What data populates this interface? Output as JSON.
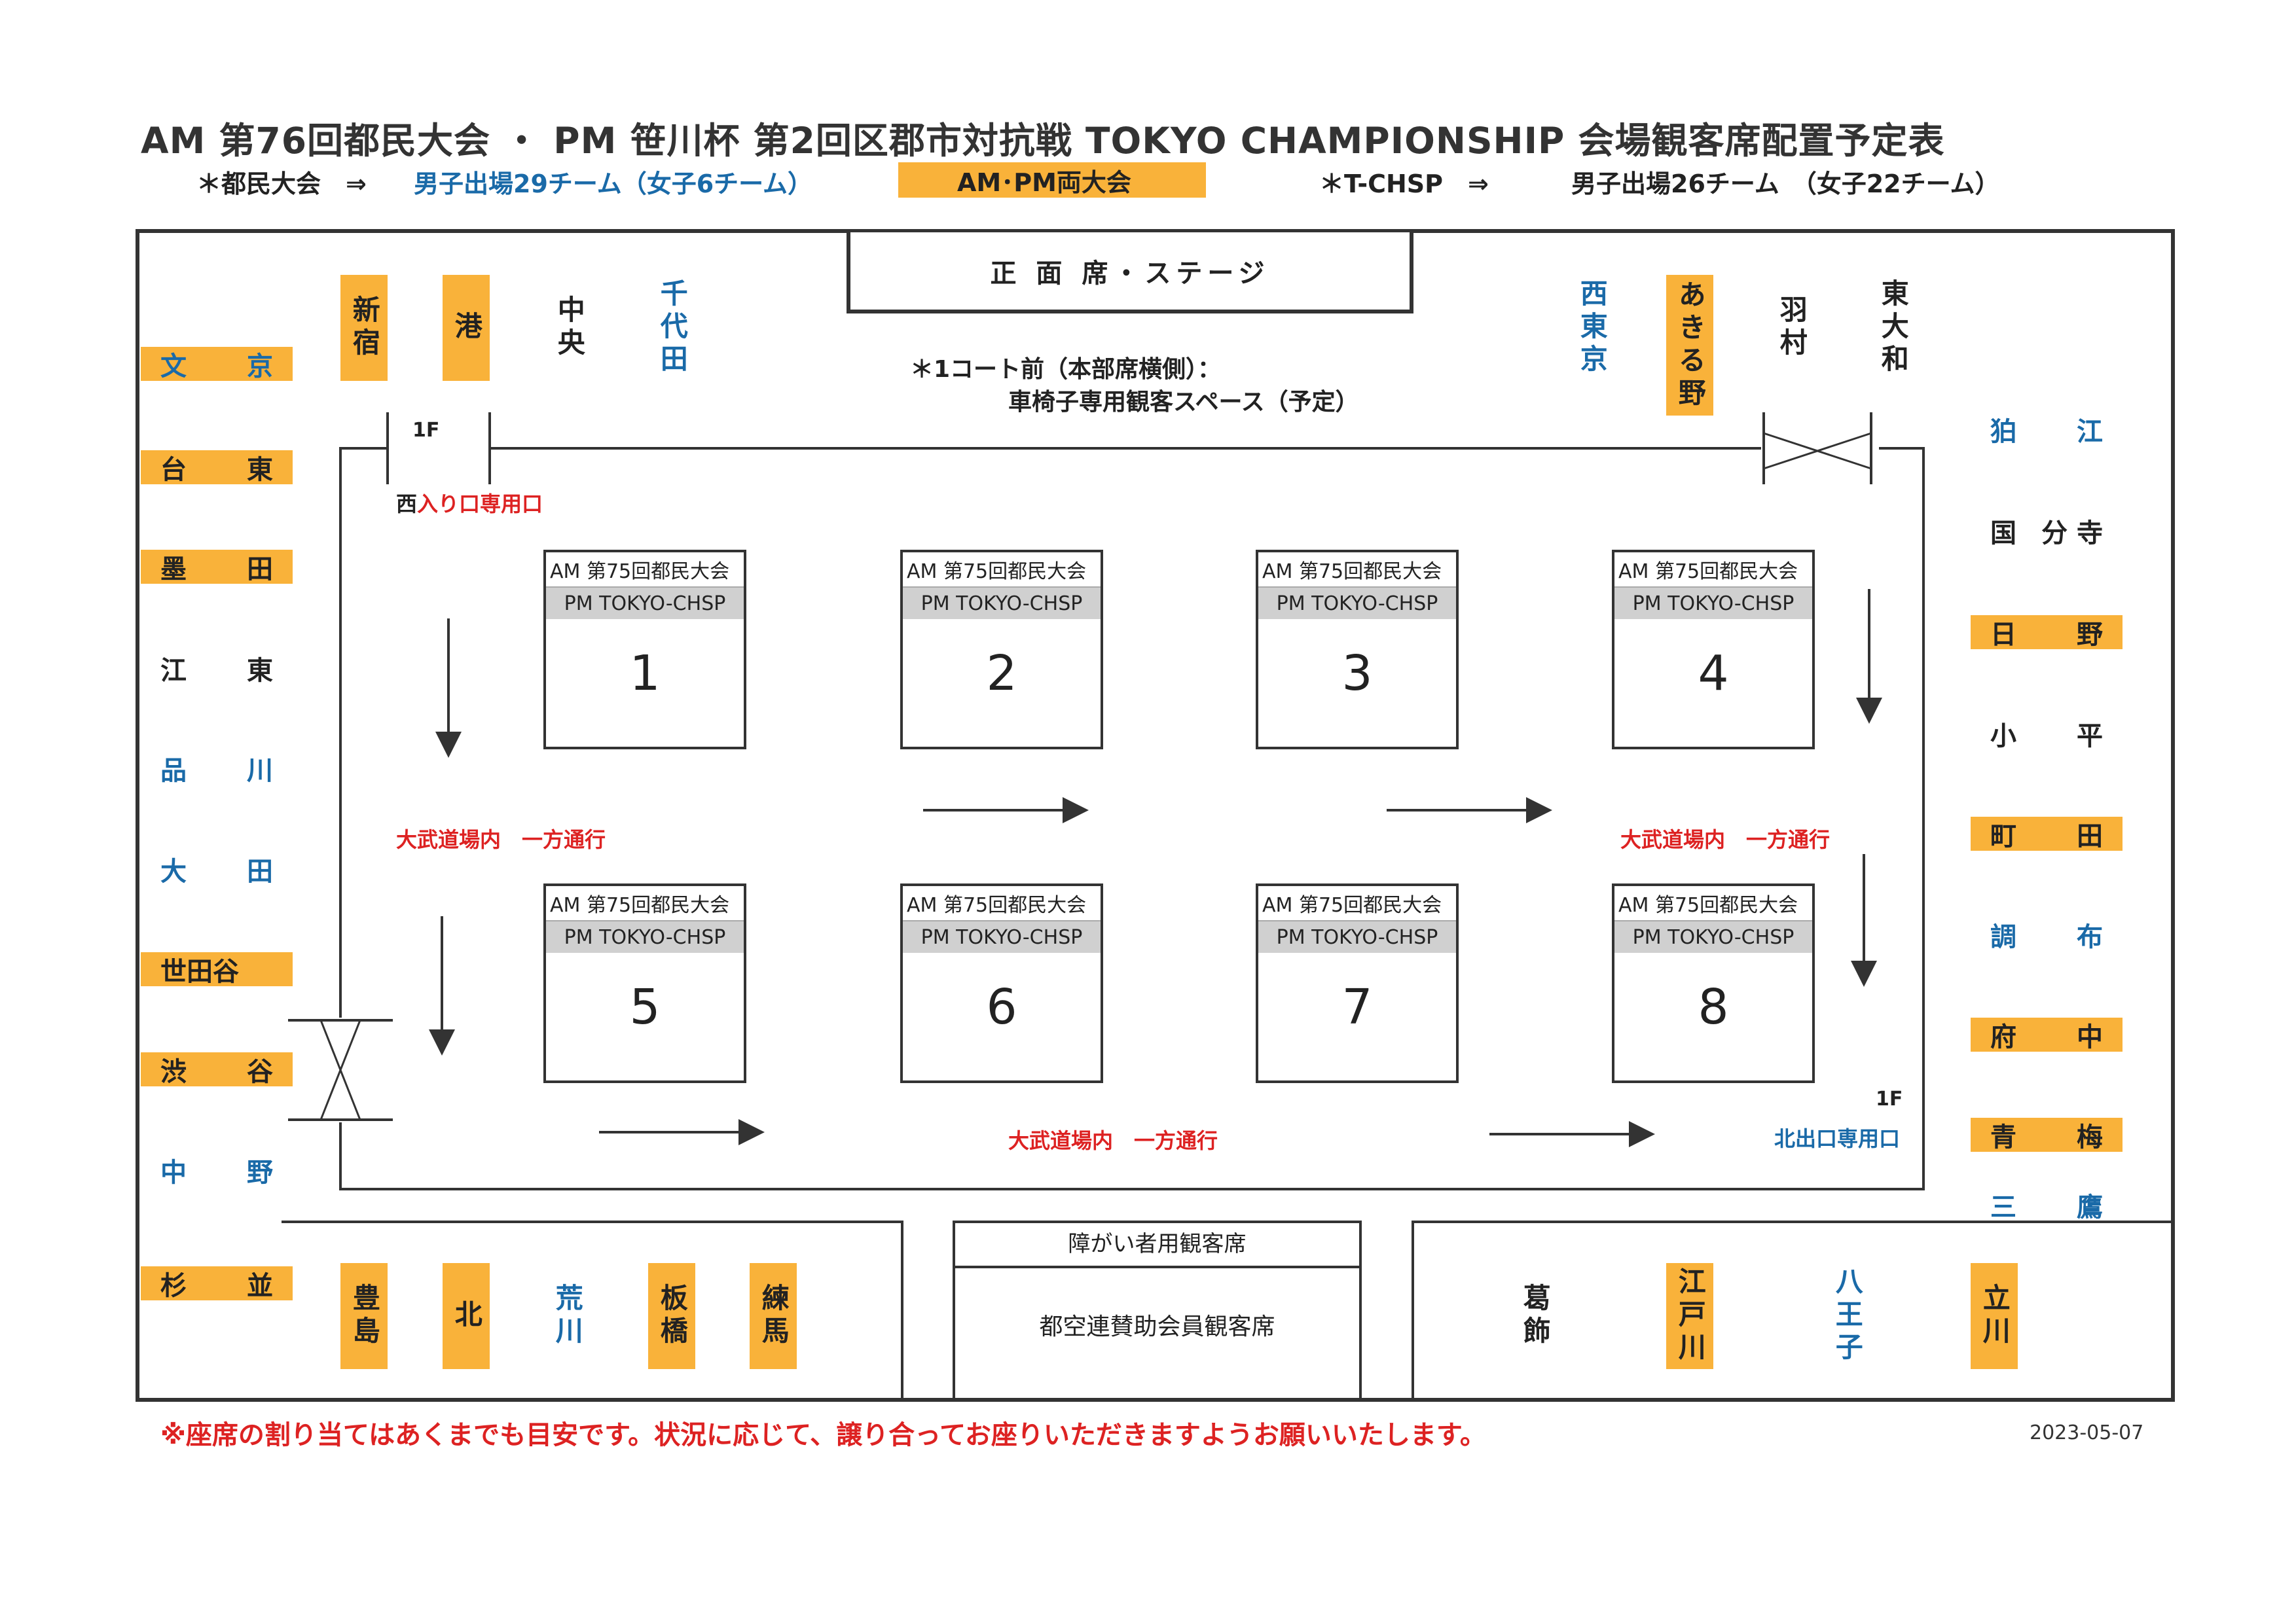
{
  "header": {
    "title": "AM 第76回都民大会 ・ PM 笹川杯 第2回区郡市対抗戦 TOKYO CHAMPIONSHIP 会場観客席配置予定表",
    "sub_left_label": "＊都民大会　⇒",
    "sub_left_value": "男子出場29チーム（女子6チーム）",
    "legend_label": "AM･PM両大会",
    "sub_right_label": "＊T-CHSP　⇒",
    "sub_right_value": "男子出場26チーム　（女子22チーム）"
  },
  "stage_label": "正 面 席・ステージ",
  "wheelchair_note_1": "＊1コート前（本部席横側）：",
  "wheelchair_note_2": "車椅子専用観客スペース（予定）",
  "entrance": {
    "floor": "1F",
    "label_prefix": "西",
    "label": "入り口専用口"
  },
  "exit": {
    "floor": "1F",
    "label": "北出口専用口"
  },
  "oneway_label": "大武道場内　一方通行",
  "courts": [
    {
      "am": "AM 第75回都民大会",
      "pm": "PM TOKYO-CHSP",
      "num": "1"
    },
    {
      "am": "AM 第75回都民大会",
      "pm": "PM TOKYO-CHSP",
      "num": "2"
    },
    {
      "am": "AM 第75回都民大会",
      "pm": "PM TOKYO-CHSP",
      "num": "3"
    },
    {
      "am": "AM 第75回都民大会",
      "pm": "PM TOKYO-CHSP",
      "num": "4"
    },
    {
      "am": "AM 第75回都民大会",
      "pm": "PM TOKYO-CHSP",
      "num": "5"
    },
    {
      "am": "AM 第75回都民大会",
      "pm": "PM TOKYO-CHSP",
      "num": "6"
    },
    {
      "am": "AM 第75回都民大会",
      "pm": "PM TOKYO-CHSP",
      "num": "7"
    },
    {
      "am": "AM 第75回都民大会",
      "pm": "PM TOKYO-CHSP",
      "num": "8"
    }
  ],
  "left_col": [
    {
      "a": "文",
      "b": "京",
      "hl": true,
      "color": "blue"
    },
    {
      "a": "台",
      "b": "東",
      "hl": true,
      "color": "black"
    },
    {
      "a": "墨",
      "b": "田",
      "hl": true,
      "color": "black"
    },
    {
      "a": "江",
      "b": "東",
      "hl": false,
      "color": "black"
    },
    {
      "a": "品",
      "b": "川",
      "hl": false,
      "color": "blue"
    },
    {
      "a": "大",
      "b": "田",
      "hl": false,
      "color": "blue"
    },
    {
      "a": "世田谷",
      "b": "",
      "hl": true,
      "color": "black"
    },
    {
      "a": "渋",
      "b": "谷",
      "hl": true,
      "color": "black"
    },
    {
      "a": "中",
      "b": "野",
      "hl": false,
      "color": "blue"
    },
    {
      "a": "杉",
      "b": "並",
      "hl": true,
      "color": "black"
    }
  ],
  "right_col": [
    {
      "a": "狛",
      "b": "江",
      "hl": false,
      "color": "blue"
    },
    {
      "a": "国",
      "b": "分 寺",
      "hl": false,
      "color": "black"
    },
    {
      "a": "日",
      "b": "野",
      "hl": true,
      "color": "black"
    },
    {
      "a": "小",
      "b": "平",
      "hl": false,
      "color": "black"
    },
    {
      "a": "町",
      "b": "田",
      "hl": true,
      "color": "black"
    },
    {
      "a": "調",
      "b": "布",
      "hl": false,
      "color": "blue"
    },
    {
      "a": "府",
      "b": "中",
      "hl": true,
      "color": "black"
    },
    {
      "a": "青",
      "b": "梅",
      "hl": true,
      "color": "black"
    },
    {
      "a": "三",
      "b": "鷹",
      "hl": false,
      "color": "blue"
    }
  ],
  "top_left": [
    {
      "t": "新宿",
      "hl": true,
      "color": "black"
    },
    {
      "t": "港",
      "hl": true,
      "color": "black"
    },
    {
      "t": "中央",
      "hl": false,
      "color": "black"
    },
    {
      "t": "千代田",
      "hl": false,
      "color": "blue"
    }
  ],
  "top_right": [
    {
      "t": "西東京",
      "hl": false,
      "color": "blue"
    },
    {
      "t": "あきる野",
      "hl": true,
      "color": "black"
    },
    {
      "t": "羽村",
      "hl": false,
      "color": "black"
    },
    {
      "t": "東大和",
      "hl": false,
      "color": "black"
    }
  ],
  "bottom_left": [
    {
      "t": "豊島",
      "hl": true,
      "color": "black"
    },
    {
      "t": "北",
      "hl": true,
      "color": "black"
    },
    {
      "t": "荒川",
      "hl": false,
      "color": "blue"
    },
    {
      "t": "板橋",
      "hl": true,
      "color": "black"
    },
    {
      "t": "練馬",
      "hl": true,
      "color": "black"
    }
  ],
  "bottom_right": [
    {
      "t": "葛飾",
      "hl": false,
      "color": "black"
    },
    {
      "t": "江戸川",
      "hl": true,
      "color": "black"
    },
    {
      "t": "八王子",
      "hl": false,
      "color": "blue"
    },
    {
      "t": "立川",
      "hl": true,
      "color": "black"
    }
  ],
  "accessible_seats": "障がい者用観客席",
  "member_seats": "都空連賛助会員観客席",
  "footer_note": "※座席の割り当てはあくまでも目安です。状況に応じて、譲り合ってお座りいただきますようお願いいたします。",
  "date": "2023-05-07",
  "colors": {
    "highlight": "#f9b23a",
    "blue": "#1a6aa8",
    "red": "#dd2222"
  }
}
